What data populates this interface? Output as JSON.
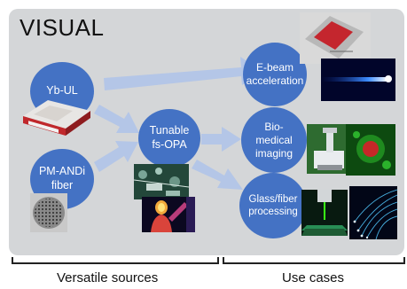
{
  "diagram": {
    "title": "VISUAL",
    "sources": [
      {
        "id": "yb-ul",
        "label": "Yb-UL"
      },
      {
        "id": "pm-andi",
        "label": "PM-ANDi\nfiber"
      }
    ],
    "hub": {
      "id": "fs-opa",
      "label": "Tunable\nfs-OPA"
    },
    "use_cases": [
      {
        "id": "ebeam",
        "label": "E-beam\nacceleration"
      },
      {
        "id": "biomed",
        "label": "Bio-\nmedical\nimaging"
      },
      {
        "id": "glass",
        "label": "Glass/fiber\nprocessing"
      }
    ],
    "groups": {
      "left": "Versatile sources",
      "right": "Use cases"
    }
  },
  "colors": {
    "panel": "#d4d6d8",
    "node": "#4472c4",
    "arrow": "#b4c6e7"
  }
}
